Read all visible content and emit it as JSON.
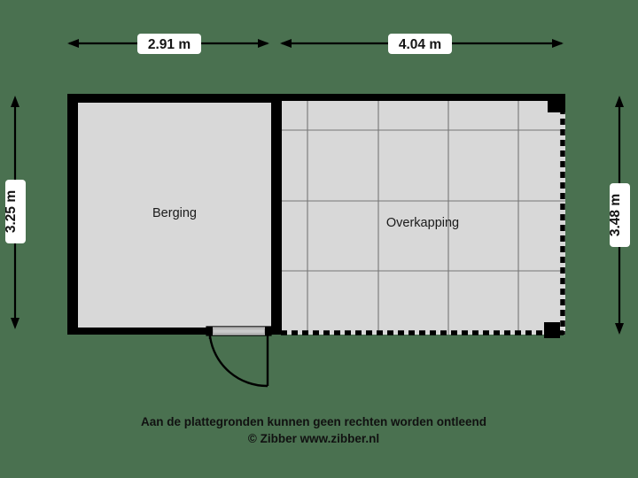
{
  "page": {
    "background_color": "#4a7150",
    "room_fill_color": "#d8d8d8",
    "wall_color": "#000000",
    "grid_color": "#767676"
  },
  "dimensions": {
    "top_left": "2.91 m",
    "top_right": "4.04 m",
    "left": "3.25 m",
    "right": "3.48 m"
  },
  "rooms": {
    "storage_label": "Berging",
    "canopy_label": "Overkapping"
  },
  "caption": {
    "line1": "Aan de plattegronden kunnen geen rechten worden ontleend",
    "line2": "© Zibber www.zibber.nl"
  }
}
